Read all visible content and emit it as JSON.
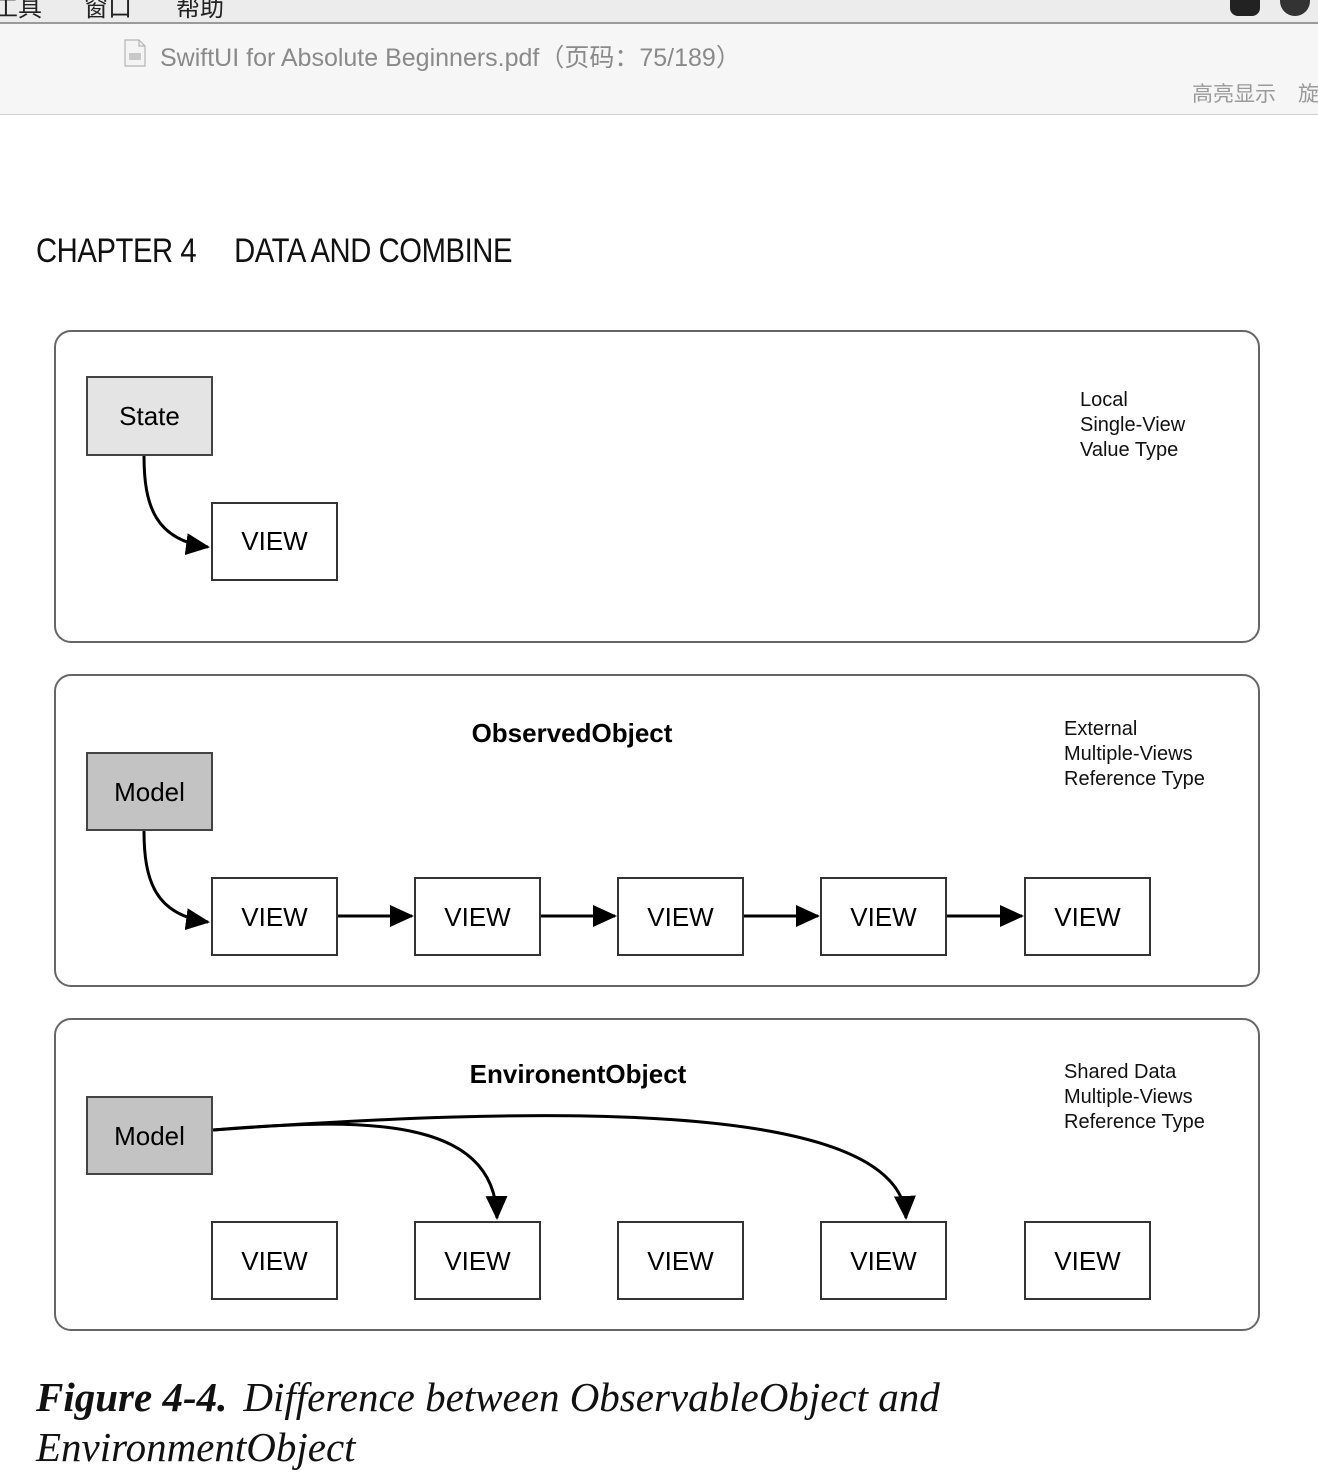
{
  "menubar": {
    "items": [
      "工具",
      "窗口",
      "帮助"
    ]
  },
  "toolbar": {
    "document_title": "SwiftUI for Absolute Beginners.pdf（页码：75/189）",
    "highlight_button": "高亮显示",
    "rotate_button": "旋"
  },
  "page": {
    "chapter_label": "CHAPTER 4",
    "chapter_title": "DATA AND COMBINE"
  },
  "diagram": {
    "state_panel": {
      "source": "State",
      "view": "VIEW",
      "notes": [
        "Local",
        "Single-View",
        "Value Type"
      ]
    },
    "observed_panel": {
      "title": "ObservedObject",
      "source": "Model",
      "views": [
        "VIEW",
        "VIEW",
        "VIEW",
        "VIEW",
        "VIEW"
      ],
      "notes": [
        "External",
        "Multiple-Views",
        "Reference Type"
      ]
    },
    "environment_panel": {
      "title": "EnvironentObject",
      "source": "Model",
      "views": [
        "VIEW",
        "VIEW",
        "VIEW",
        "VIEW",
        "VIEW"
      ],
      "notes": [
        "Shared Data",
        "Multiple-Views",
        "Reference Type"
      ]
    }
  },
  "caption": {
    "label": "Figure 4-4.",
    "text": "Difference between ObservableObject and EnvironmentObject"
  }
}
